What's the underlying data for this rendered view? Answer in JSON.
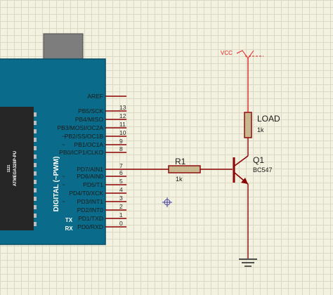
{
  "board": {
    "ic_label": "ATMEGA328P-PU",
    "ic_sub": "1121",
    "digital_label": "DIGITAL (~PWM)",
    "tx": "TX",
    "rx": "RX"
  },
  "pins": [
    {
      "label": "AREF",
      "num": ""
    },
    {
      "label": "PB5/SCK",
      "num": "13"
    },
    {
      "label": "PB4/MISO",
      "num": "12"
    },
    {
      "label": "PB3/MOSI/OC2A",
      "num": "11",
      "pwm": true
    },
    {
      "label": "PB2/SS/OC1B",
      "num": "10",
      "pwm": true
    },
    {
      "label": "PB1/OC1A",
      "num": "9",
      "pwm": true
    },
    {
      "label": "PB0/ICP1/CLKO",
      "num": "8"
    },
    {
      "label": "PD7/AIN1",
      "num": "7"
    },
    {
      "label": "PD6/AIN0",
      "num": "6",
      "pwm": true
    },
    {
      "label": "PD5/T1",
      "num": "5",
      "pwm": true
    },
    {
      "label": "PD4/T0/XCK",
      "num": "4"
    },
    {
      "label": "PD3/INT1",
      "num": "3",
      "pwm": true
    },
    {
      "label": "PD2/INT0",
      "num": "2"
    },
    {
      "label": "PD1/TXD",
      "num": "1"
    },
    {
      "label": "PD0/RXD",
      "num": "0"
    }
  ],
  "resistor_r1": {
    "name": "R1",
    "value": "1k"
  },
  "load": {
    "name": "LOAD",
    "value": "1k"
  },
  "transistor": {
    "name": "Q1",
    "model": "BC547"
  },
  "power": {
    "label": "VCC"
  },
  "colors": {
    "wire": "#8b0000",
    "power_wire": "#e02020",
    "board": "#0a6c8a",
    "component": "#a82020",
    "body": "#c8b890"
  }
}
